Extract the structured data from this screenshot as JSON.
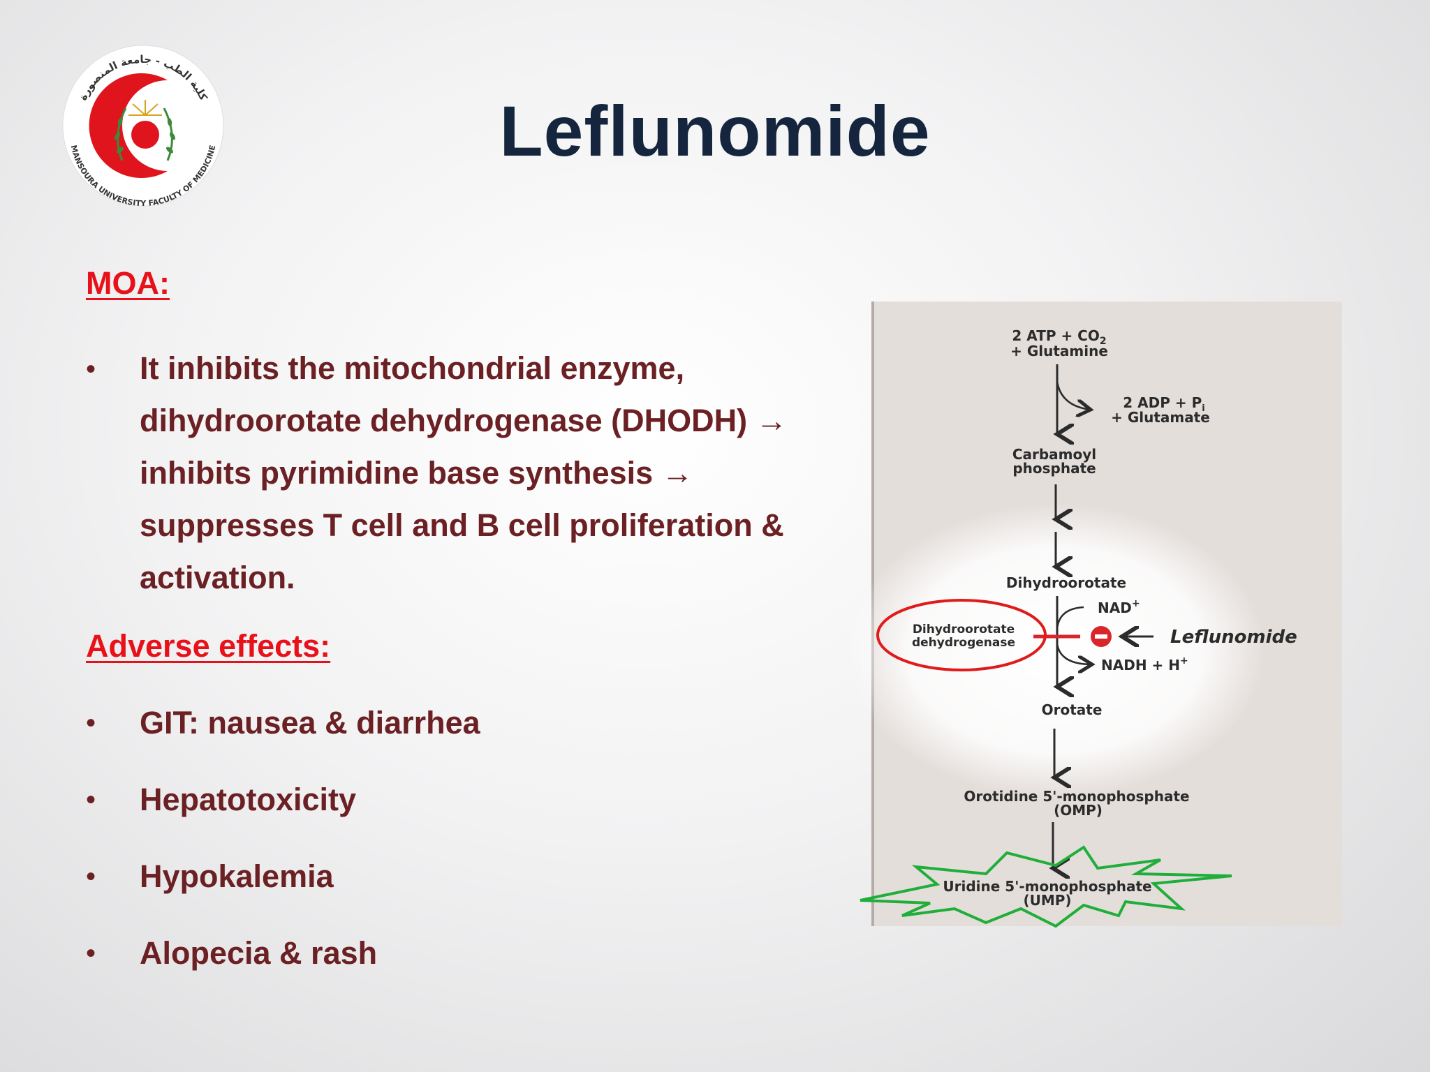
{
  "slide": {
    "title": "Leflunomide",
    "logo_text": {
      "arabic": "كلية الطب - جامعة المنصورة",
      "english": "MANSOURA UNIVERSITY FACULTY OF MEDICINE"
    },
    "moa": {
      "heading": "MOA:",
      "bullets": [
        "It inhibits the mitochondrial enzyme, dihydroorotate dehydrogenase (DHODH) → inhibits pyrimidine base synthesis → suppresses T cell and B cell proliferation & activation."
      ]
    },
    "adverse_effects": {
      "heading": "Adverse effects:",
      "bullets": [
        "GIT: nausea & diarrhea",
        "Hepatotoxicity",
        "Hypokalemia",
        "Alopecia & rash"
      ]
    },
    "bullet_glyph": "•"
  },
  "diagram": {
    "start_line1": "2 ATP + CO",
    "start_sub": "2",
    "start_line2": "+ Glutamine",
    "side_line1": "2 ADP + P",
    "side_sub": "i",
    "side_line2": "+ Glutamate",
    "carbamoyl1": "Carbamoyl",
    "carbamoyl2": "phosphate",
    "dihydroorotate": "Dihydroorotate",
    "nad": "NAD",
    "nad_sup": "+",
    "enzyme1": "Dihydroorotate",
    "enzyme2": "dehydrogenase",
    "drug": "Leflunomide",
    "nadh": "NADH + H",
    "nadh_sup": "+",
    "orotate": "Orotate",
    "omp1": "Orotidine 5'-monophosphate",
    "omp2": "(OMP)",
    "ump1": "Uridine 5'-monophosphate",
    "ump2": "(UMP)",
    "colors": {
      "highlight_circle": "#e01b1b",
      "inhibitor": "#d9262b",
      "starburst": "#1fae3a",
      "background": "#e4dedb"
    }
  }
}
